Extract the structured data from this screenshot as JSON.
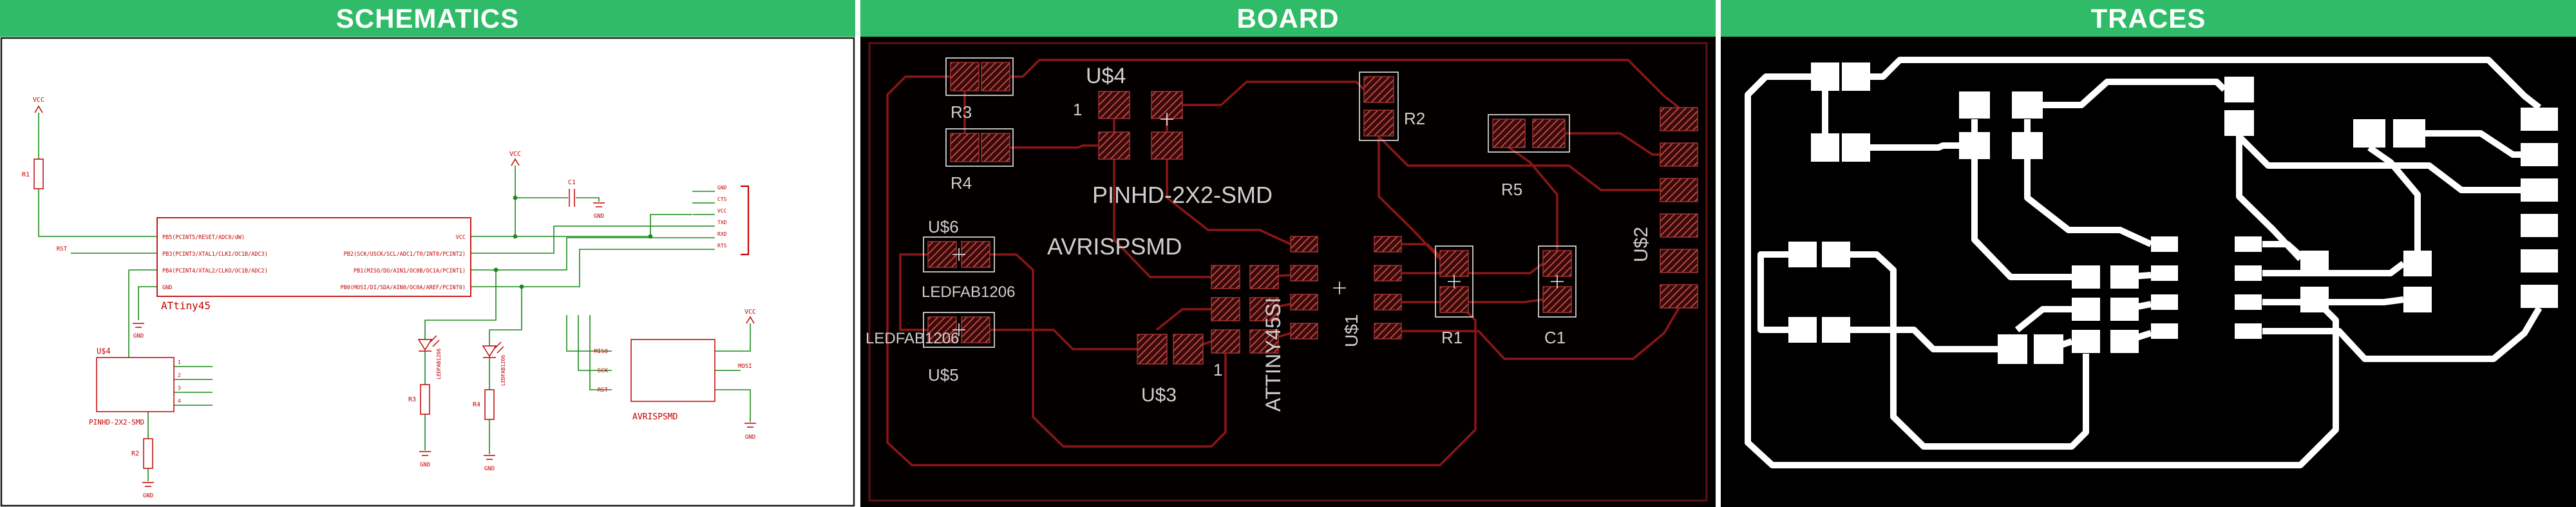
{
  "panels": [
    {
      "title": "SCHEMATICS"
    },
    {
      "title": "BOARD"
    },
    {
      "title": "TRACES"
    }
  ],
  "colors": {
    "header_bg": "#2fbb68",
    "header_text": "#ffffff",
    "schematic_wire_green": "#1a8a1a",
    "schematic_symbol_red": "#c40000",
    "board_copper_red": "#8b1616",
    "board_silkscreen": "#e8e8e8",
    "board_label_gray": "#cfcfcf",
    "traces_white": "#ffffff",
    "panel_dark_bg": "#000000"
  },
  "schematic": {
    "vcc": "VCC",
    "gnd": "GND",
    "rst": "RST",
    "r1": "R1",
    "r2": "R2",
    "r3": "R3",
    "r4": "R4",
    "c1": "C1",
    "ic_name": "ATtiny45",
    "pins_left": [
      "PB5(PCINT5/RESET/ADC0/dW)",
      "PB3(PCINT3/XTAL1/CLKI/OC1B/ADC3)",
      "PB4(PCINT4/XTAL2/CLKO/OC1B/ADC2)",
      "GND"
    ],
    "pins_right": [
      "VCC",
      "PB2(SCK/USCK/SCL/ADC1/T0/INT0/PCINT2)",
      "PB1(MISO/DO/AIN1/OC0B/OC1A/PCINT1)",
      "PB0(MOSI/DI/SDA/AIN0/OC0A/AREF/PCINT0)"
    ],
    "header_ref": "U$4",
    "header_device": "PINHD-2X2-SMD",
    "pin_numbers": [
      "1",
      "2",
      "3",
      "4"
    ],
    "isp_name": "AVRISPSMD",
    "isp_left": [
      "MISO",
      "SCK",
      "RST"
    ],
    "isp_right": [
      "VCC",
      "MOSI",
      "GND"
    ],
    "ftdi": [
      "GND",
      "CTS",
      "VCC",
      "TXD",
      "RXD",
      "RTS"
    ],
    "led_device": "LEDFAB1206"
  },
  "board": {
    "u1": "U$1",
    "u2": "U$2",
    "u3": "U$3",
    "u4": "U$4",
    "u5": "U$5",
    "u6": "U$6",
    "r1": "R1",
    "r2": "R2",
    "r3": "R3",
    "r4": "R4",
    "r5": "R5",
    "c1": "C1",
    "pinhd": "PINHD-2X2-SMD",
    "avrisp": "AVRISPSMD",
    "attiny": "ATTINY45SI",
    "led": "LEDFAB1206",
    "pin1": "1"
  }
}
